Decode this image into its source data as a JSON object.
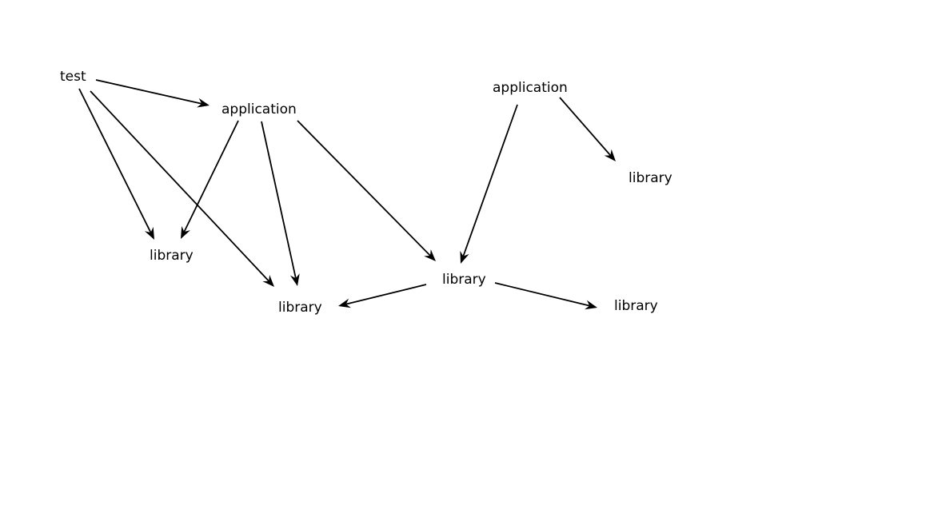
{
  "diagram": {
    "nodes": [
      {
        "id": "test",
        "label": "test"
      },
      {
        "id": "app1",
        "label": "application"
      },
      {
        "id": "app2",
        "label": "application"
      },
      {
        "id": "lib1",
        "label": "library"
      },
      {
        "id": "lib2",
        "label": "library"
      },
      {
        "id": "lib3",
        "label": "library"
      },
      {
        "id": "lib4",
        "label": "library"
      },
      {
        "id": "lib5",
        "label": "library"
      }
    ],
    "edges": [
      {
        "from": "test",
        "to": "app1"
      },
      {
        "from": "test",
        "to": "lib1"
      },
      {
        "from": "test",
        "to": "lib2"
      },
      {
        "from": "app1",
        "to": "lib1"
      },
      {
        "from": "app1",
        "to": "lib2"
      },
      {
        "from": "app1",
        "to": "lib3"
      },
      {
        "from": "app2",
        "to": "lib3"
      },
      {
        "from": "app2",
        "to": "lib4"
      },
      {
        "from": "lib3",
        "to": "lib2"
      },
      {
        "from": "lib3",
        "to": "lib5"
      }
    ]
  }
}
